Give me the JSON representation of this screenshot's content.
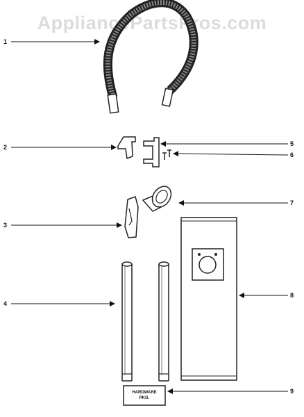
{
  "watermark": "AppliancePartsPros.com",
  "callouts": [
    "1",
    "2",
    "3",
    "4",
    "5",
    "6",
    "7",
    "8",
    "9"
  ],
  "hardware_package": {
    "line1": "HARDWARE",
    "line2": "PKG."
  }
}
